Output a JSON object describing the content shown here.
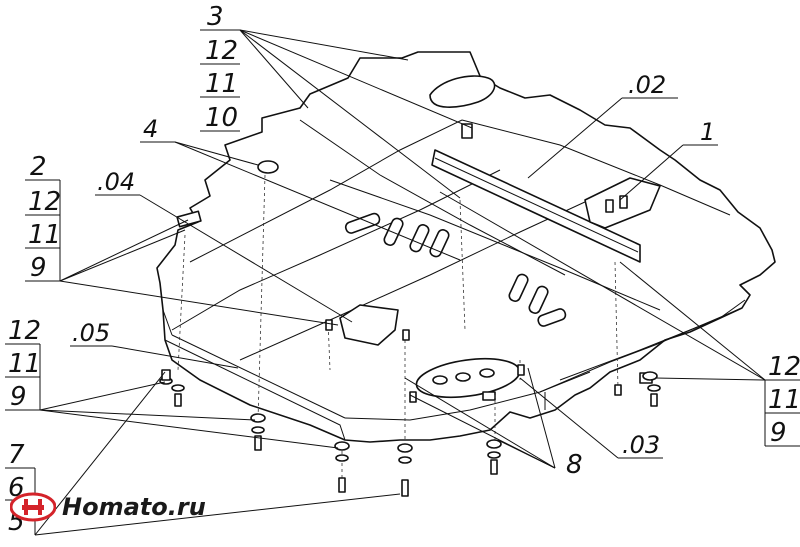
{
  "labels": {
    "top_stack": [
      "3",
      "12",
      "11",
      "10"
    ],
    "label_4": "4",
    "label_02": ".02",
    "label_1": "1",
    "left_stack_2": [
      "2",
      "12",
      "11",
      "9"
    ],
    "label_04": ".04",
    "left_stack_12": [
      "12",
      "11",
      "9"
    ],
    "label_05": ".05",
    "bottom_stack": [
      "7",
      "6",
      "5"
    ],
    "right_stack": [
      "12",
      "11",
      "9"
    ],
    "label_03": ".03",
    "label_8": "8"
  },
  "logo": {
    "text": "Homato.ru",
    "brand_color": "#d4232a"
  }
}
